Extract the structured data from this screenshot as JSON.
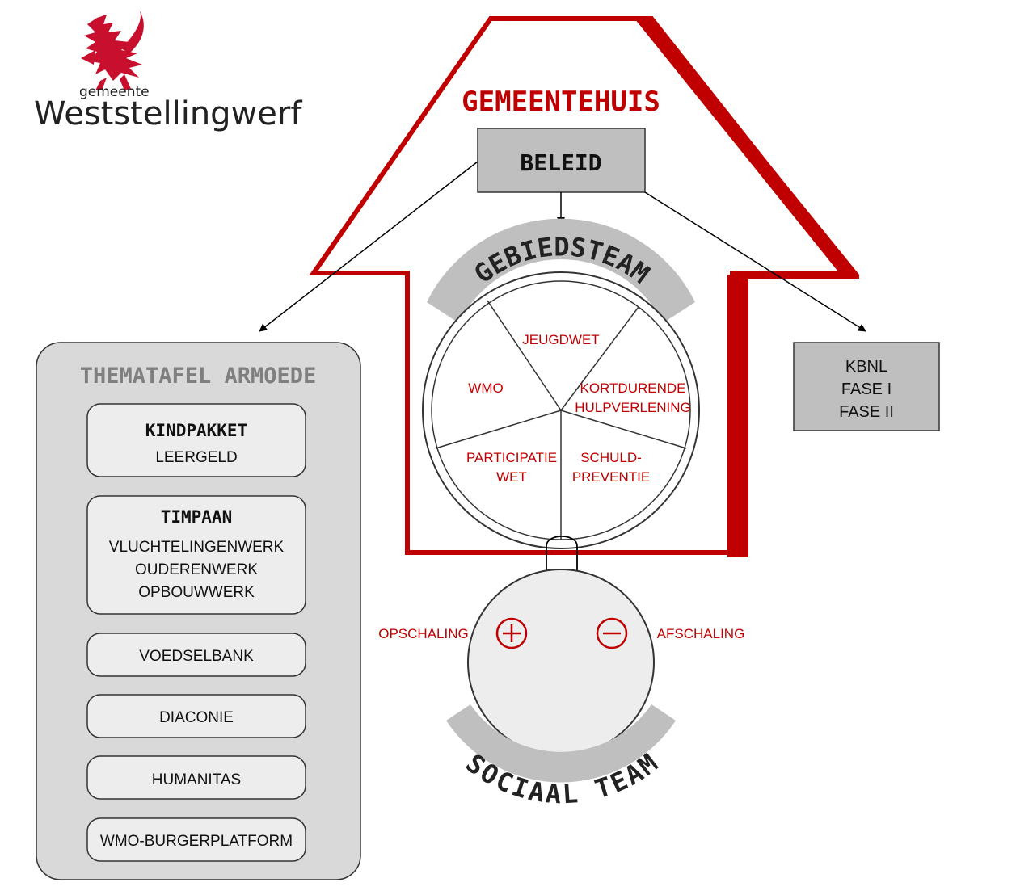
{
  "logo": {
    "small": "gemeente",
    "big": "Weststellingwerf"
  },
  "house": {
    "title": "GEMEENTEHUIS",
    "beleid": "BELEID"
  },
  "gebiedsteam": {
    "arc_label": "GEBIEDSTEAM",
    "segments": {
      "jeugdwet": "JEUGDWET",
      "wmo": "WMO",
      "kort_1": "KORTDURENDE",
      "kort_2": "HULPVERLENING",
      "part_1": "PARTICIPATIE",
      "part_2": "WET",
      "schuld_1": "SCHULD-",
      "schuld_2": "PREVENTIE"
    }
  },
  "sociaal_team": {
    "arc_label": "SOCIAAL TEAM",
    "opschaling": "OPSCHALING",
    "afschaling": "AFSCHALING",
    "plus": "+",
    "minus": "−"
  },
  "kbnl": {
    "lines": [
      "KBNL",
      "FASE I",
      "FASE II"
    ]
  },
  "thematafel": {
    "title": "THEMATAFEL ARMOEDE",
    "kindpakket": {
      "title": "KINDPAKKET",
      "sub": "LEERGELD"
    },
    "timpaan": {
      "title": "TIMPAAN",
      "lines": [
        "VLUCHTELINGENWERK",
        "OUDERENWERK",
        "OPBOUWWERK"
      ]
    },
    "items": [
      "VOEDSELBANK",
      "DIACONIE",
      "HUMANITAS",
      "WMO-BURGERPLATFORM"
    ]
  },
  "colors": {
    "red": "#c00000",
    "grey_box": "#bfbfbf",
    "grey_light": "#d9d9d9",
    "grey_item": "#ededed",
    "arc_grey": "#bfbfbf"
  }
}
